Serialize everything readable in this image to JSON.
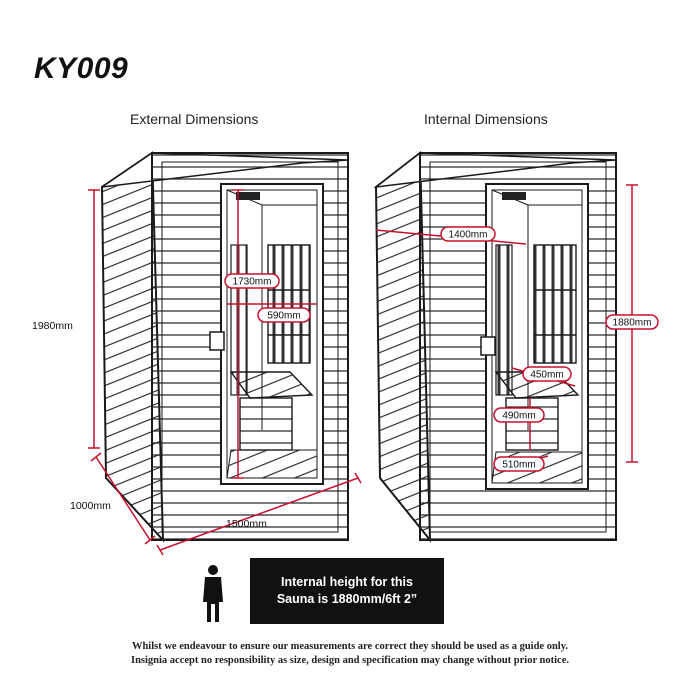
{
  "title": "KY009",
  "external": {
    "heading": "External Dimensions",
    "height": "1980mm",
    "depth": "1000mm",
    "width": "1500mm",
    "door_height": "1730mm",
    "door_width": "590mm"
  },
  "internal": {
    "heading": "Internal Dimensions",
    "width": "1400mm",
    "height": "1880mm",
    "bench_depth": "450mm",
    "bench_height": "490mm",
    "floor_depth": "510mm"
  },
  "banner": {
    "line1": "Internal height for this",
    "line2": "Sauna is 1880mm/6ft 2”"
  },
  "disclaimer": {
    "line1": "Whilst we endeavour to ensure our measurements are correct they should be used as a guide only.",
    "line2": "Insignia accept no responsibility as size, design and specification may change without prior notice."
  },
  "colors": {
    "dimension_line": "#c8102e",
    "outline": "#1a1a1a",
    "banner_bg": "#111111"
  },
  "icons": [
    "person-silhouette-icon"
  ]
}
